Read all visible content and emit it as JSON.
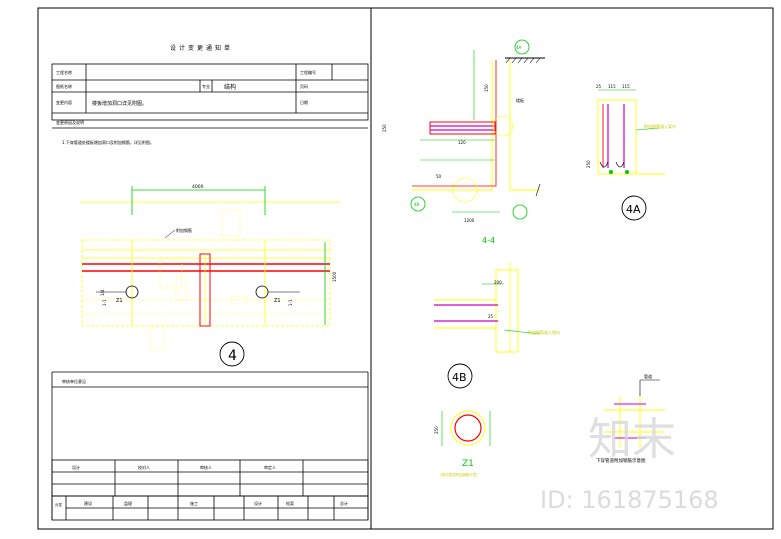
{
  "form": {
    "title": "设计变更通知单",
    "project_label": "工程名称",
    "sheet_no_label": "工程编号",
    "discipline_label": "图纸名称",
    "discipline_col_label": "专业",
    "discipline_value": "结构",
    "page_label": "页码",
    "change_label": "变更内容",
    "change_value": "楼板增加洞口详见附图。",
    "date_label": "日期",
    "reason_label": "变更原因及说明",
    "note": "1.下穿管道处楼板增加洞口及附加钢筋，详见附图。",
    "opinion_label": "审核单位意见",
    "sign_labels": [
      "设计",
      "校对人",
      "审核人",
      "审定人"
    ],
    "dist_labels": [
      "分发",
      "建设",
      "监理",
      "施工",
      "设计",
      "档案",
      "总计"
    ]
  },
  "plan": {
    "span_dim": "4000",
    "left_dim": "1/4",
    "beam_label": "附加钢筋",
    "right_dim": "1500",
    "hole_label_left": "Z1",
    "hole_label_right": "Z1",
    "section_mark_left": "1-1",
    "section_mark_right": "1-1",
    "detail_no": "4"
  },
  "section44": {
    "title": "4-4",
    "dim_top": "150",
    "dim_side": "250",
    "dim_mid": "120",
    "dim_low": "50",
    "dim_bottom": "1200",
    "label_slab": "楼板",
    "bubble_a": "4A",
    "bubble_b": "4B"
  },
  "detail4a": {
    "dims": [
      "25",
      "115",
      "115"
    ],
    "side_dim": "250",
    "note": "附加钢筋锚入梁内",
    "tag": "4A"
  },
  "detail4b": {
    "dim_top": "200",
    "dim_side": "25",
    "note": "附加钢筋锚入墙内",
    "tag": "4B"
  },
  "detailz1": {
    "dim": "250",
    "tag": "Z1",
    "note": "(洞口周边附加钢筋示意)"
  },
  "detailpipe": {
    "title": "下穿管道附加钢筋示意图",
    "label": "管道"
  },
  "watermark": {
    "brand": "知末",
    "id_text": "ID: 161875168"
  },
  "colors": {
    "line": "#000000",
    "yellow": "#ffff00",
    "green": "#00cc00",
    "red": "#ff0000",
    "magenta": "#cc00cc",
    "watermark": "#d8d8d8"
  }
}
